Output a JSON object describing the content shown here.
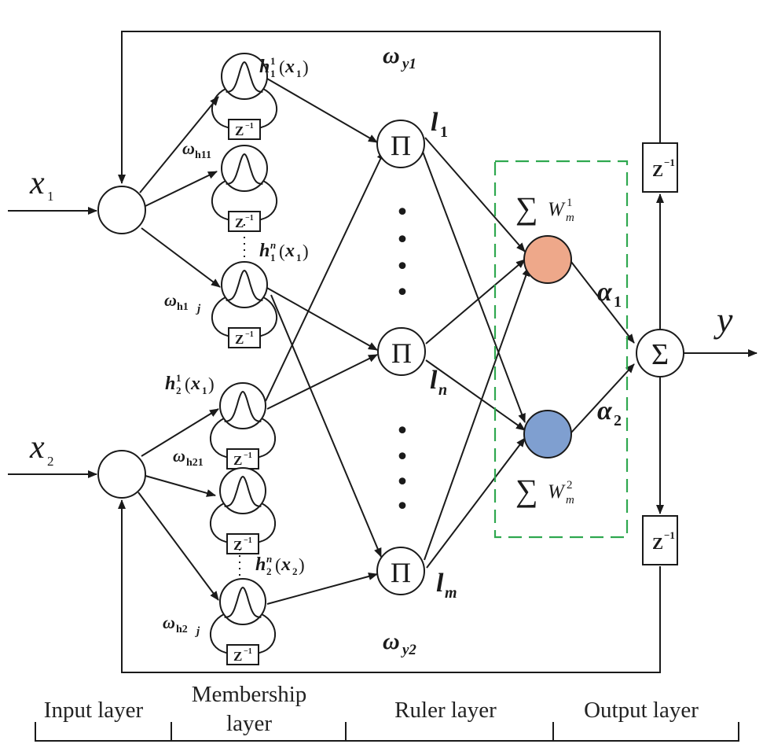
{
  "inputs": {
    "x1": {
      "symbol": "x",
      "subscript": "1"
    },
    "x2": {
      "symbol": "x",
      "subscript": "2"
    }
  },
  "output": {
    "symbol": "y"
  },
  "weights": {
    "wy1": {
      "symbol": "ω",
      "subscript": "y1"
    },
    "wy2": {
      "symbol": "ω",
      "subscript": "y2"
    },
    "wh11": {
      "symbol": "ω",
      "subscript": "h11"
    },
    "wh1j": {
      "symbol": "ω",
      "subscript": "h1",
      "subscript_italic": "j"
    },
    "wh21": {
      "symbol": "ω",
      "subscript": "h21"
    },
    "wh2j": {
      "symbol": "ω",
      "subscript": "h2",
      "subscript_italic": "j"
    }
  },
  "membership_functions": {
    "h11": {
      "h": "h",
      "sub": "1",
      "sup": "1",
      "arg": "(",
      "x": "x",
      "xsub": "1",
      "close": ")"
    },
    "h1n": {
      "h": "h",
      "sub": "1",
      "sup": "n",
      "arg": "(",
      "x": "x",
      "xsub": "1",
      "close": ")"
    },
    "h21": {
      "h": "h",
      "sub": "2",
      "sup": "1",
      "arg": "(",
      "x": "x",
      "xsub": "1",
      "close": ")"
    },
    "h2n": {
      "h": "h",
      "sub": "2",
      "sup": "n",
      "arg": "(",
      "x": "x",
      "xsub": "2",
      "close": ")"
    }
  },
  "delay": {
    "z": "Z",
    "exp": "−1"
  },
  "rule_nodes": {
    "symbol": "Π",
    "dots": "•"
  },
  "rule_labels": {
    "l1": {
      "l": "l",
      "sub": "1"
    },
    "ln": {
      "l": "l",
      "sub": "n"
    },
    "lm": {
      "l": "l",
      "sub": "m"
    }
  },
  "sum_terms": {
    "w1": {
      "sigma": "∑",
      "w": "W",
      "sub": "m",
      "sup": "1"
    },
    "w2": {
      "sigma": "∑",
      "w": "W",
      "sub": "m",
      "sup": "2"
    }
  },
  "alphas": {
    "a1": {
      "symbol": "α",
      "sub": "1"
    },
    "a2": {
      "symbol": "α",
      "sub": "2"
    }
  },
  "output_node": {
    "symbol": "Σ"
  },
  "layers": {
    "input": "Input layer",
    "membership_line1": "Membership",
    "membership_line2": "layer",
    "ruler": "Ruler layer",
    "output": "Output layer"
  },
  "colors": {
    "node1_fill": "#eea88a",
    "node2_fill": "#7f9fd0",
    "dashed_box": "#2fa84f",
    "line": "#1a1a1a"
  }
}
